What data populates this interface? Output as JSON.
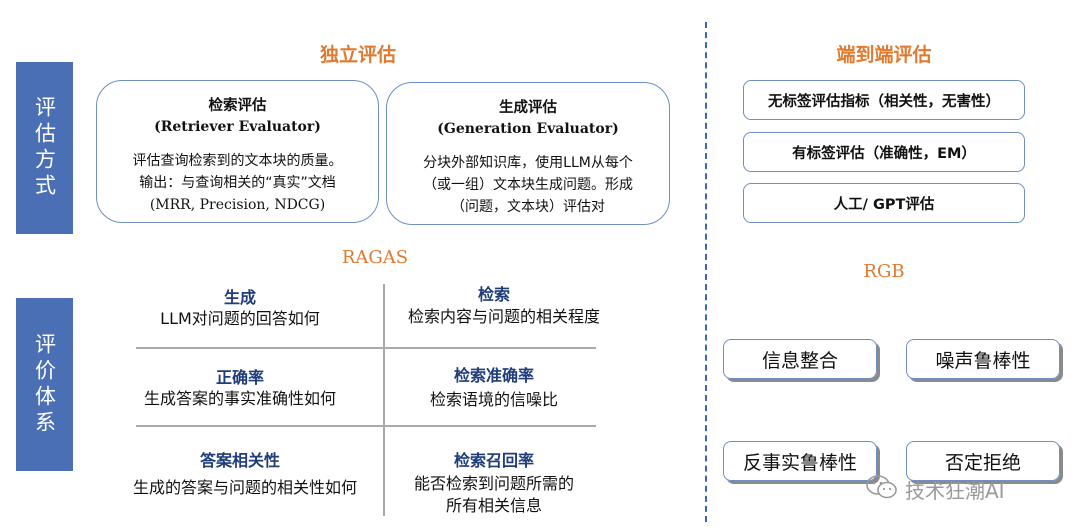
{
  "sections": {
    "method_label": "评估方式",
    "system_label": "评价体系"
  },
  "independent": {
    "title": "独立评估",
    "retriever": {
      "title": "检索评估",
      "subtitle": "(Retriever Evaluator)",
      "line1": "评估查询检索到的文本块的质量。",
      "line2": "输出：与查询相关的“真实”文档",
      "line3": "(MRR, Precision, NDCG)"
    },
    "generation": {
      "title": "生成评估",
      "subtitle": "(Generation Evaluator)",
      "line1": "分块外部知识库，使用LLM从每个",
      "line2": "（或一组）文本块生成问题。形成",
      "line3": "（问题，文本块）评估对"
    }
  },
  "end_to_end": {
    "title": "端到端评估",
    "items": [
      "无标签评估指标（相关性，无害性）",
      "有标签评估（准确性，EM）",
      "人工/ GPT评估"
    ]
  },
  "ragas": {
    "title": "RAGAS",
    "cells": [
      {
        "title": "生成",
        "desc": "LLM对问题的回答如何"
      },
      {
        "title": "检索",
        "desc": "检索内容与问题的相关程度"
      },
      {
        "title": "正确率",
        "desc": "生成答案的事实准确性如何"
      },
      {
        "title": "检索准确率",
        "desc": "检索语境的信噪比"
      },
      {
        "title": "答案相关性",
        "desc": "生成的答案与问题的相关性如何"
      },
      {
        "title": "检索召回率",
        "desc_line1": "能否检索到问题所需的",
        "desc_line2": "所有相关信息"
      }
    ]
  },
  "rgb": {
    "title": "RGB",
    "items": [
      "信息整合",
      "噪声鲁棒性",
      "反事实鲁棒性",
      "否定拒绝"
    ]
  },
  "watermark": {
    "icon": "wechat-icon",
    "text": "技术狂潮AI"
  }
}
